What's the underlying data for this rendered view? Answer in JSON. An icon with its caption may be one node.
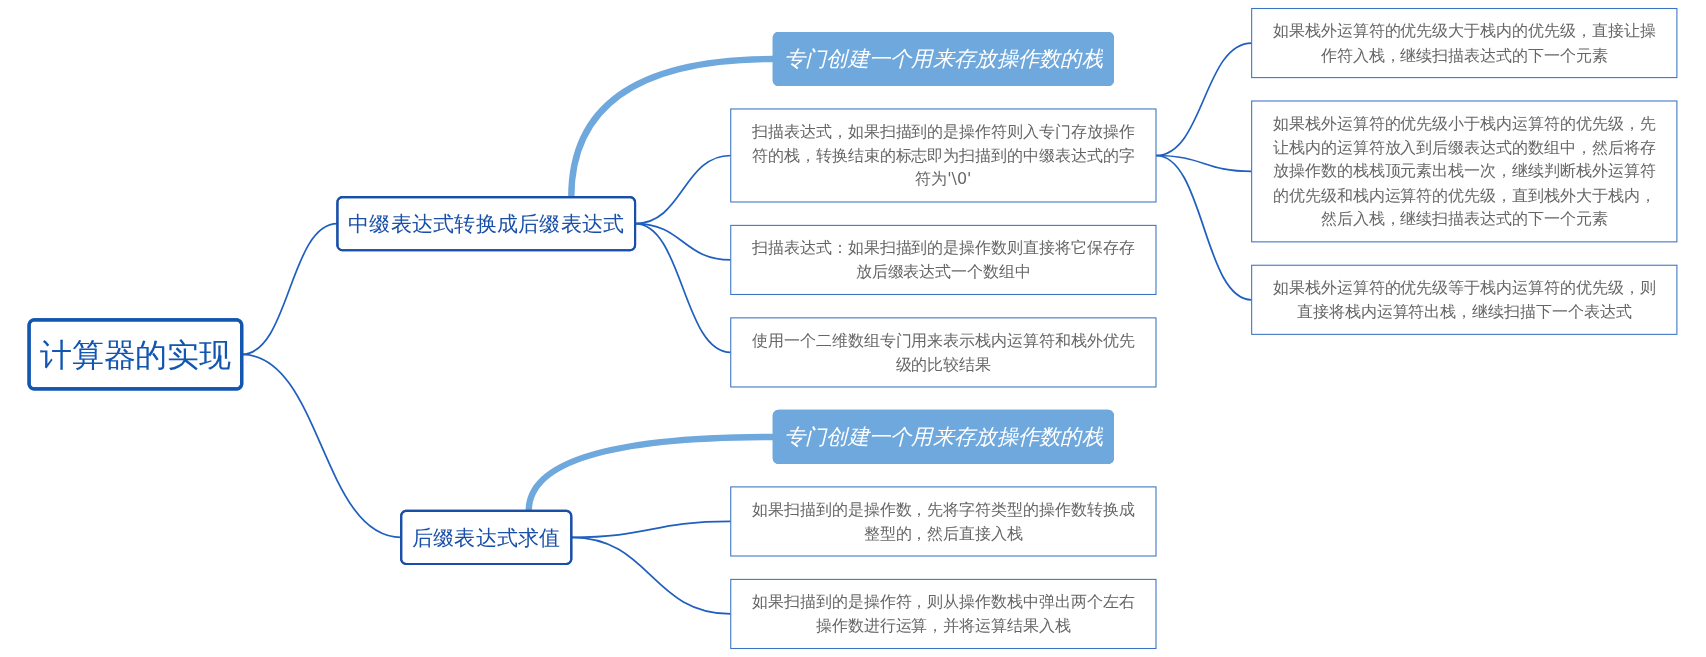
{
  "diagram": {
    "nodes": [
      {
        "text": [
          "计算器的实现"
        ]
      },
      {
        "text": [
          "中缀表达式转换成后缀表达式"
        ]
      },
      {
        "text": [
          "专门创建一个用来存放操作数的栈"
        ]
      },
      {
        "text": [
          "扫描表达式，如果扫描到的是操作符则入专门存放操作符的栈，转换结束的标志即为扫描到的中缀表达式的字符为'\\0'"
        ]
      },
      {
        "text": [
          "如果栈外运算符的优先级大于栈内的优先级，直接让操作符入栈，继续扫描表达式的下一个元素"
        ]
      },
      {
        "text": [
          "如果栈外运算符的优先级小于栈内运算符的优先级，先让栈内的运算符放入到后缀表达式的数组中，然后将存放操作数的栈栈顶元素出栈一次，继续判断栈外运算符的优先级和栈内运算符的优先级，直到栈外大于栈内，然后入栈，继续扫描表达式的下一个元素"
        ]
      },
      {
        "text": [
          "如果栈外运算符的优先级等于栈内运算符的优先级，则直接将栈内运算符出栈，继续扫描下一个表达式"
        ]
      },
      {
        "text": [
          "扫描表达式：如果扫描到的是操作数则直接将它保存存放后缀表达式一个数组中"
        ]
      },
      {
        "text": [
          "使用一个二维数组专门用来表示栈内运算符和栈外优先级的比较结果"
        ]
      },
      {
        "text": [
          "后缀表达式求值"
        ]
      },
      {
        "text": [
          "专门创建一个用来存放操作数的栈"
        ]
      },
      {
        "text": [
          "如果扫描到的是操作数，先将字符类型的操作数转换成整型的，然后直接入栈"
        ]
      },
      {
        "text": [
          "如果扫描到的是操作符，则从操作数栈中弹出两个左右操作数进行运算，并将运算结果入栈"
        ]
      }
    ],
    "edges": [
      {
        "from": 0,
        "to": 1,
        "arrow": "none"
      },
      {
        "from": 1,
        "to": 2,
        "arrow": "none",
        "style": "thick",
        "color": "#6fa8dc"
      },
      {
        "from": 1,
        "to": 3,
        "arrow": "none"
      },
      {
        "from": 3,
        "to": 4,
        "arrow": "none"
      },
      {
        "from": 3,
        "to": 5,
        "arrow": "none"
      },
      {
        "from": 3,
        "to": 6,
        "arrow": "none"
      },
      {
        "from": 1,
        "to": 7,
        "arrow": "none"
      },
      {
        "from": 1,
        "to": 8,
        "arrow": "none"
      },
      {
        "from": 0,
        "to": 9,
        "arrow": "none"
      },
      {
        "from": 9,
        "to": 10,
        "arrow": "none",
        "style": "thick",
        "color": "#6fa8dc"
      },
      {
        "from": 9,
        "to": 11,
        "arrow": "none"
      },
      {
        "from": 9,
        "to": 12,
        "arrow": "none"
      }
    ]
  }
}
